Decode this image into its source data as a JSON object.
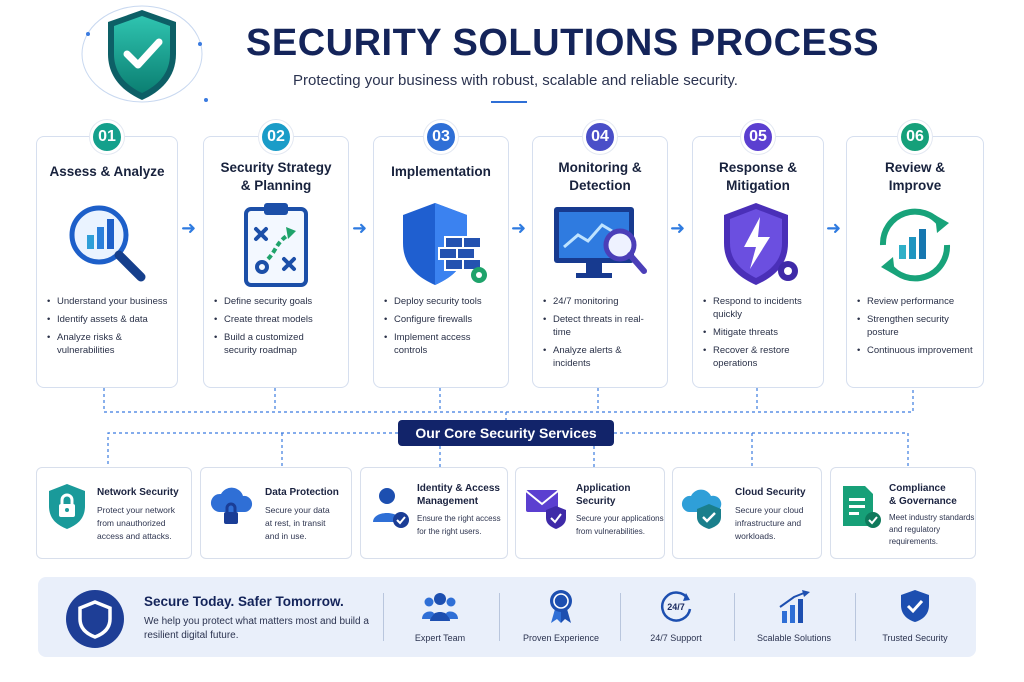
{
  "header": {
    "title": "SECURITY SOLUTIONS PROCESS",
    "subtitle": "Protecting your business with robust, scalable and reliable security."
  },
  "colors": {
    "navy": "#14245a",
    "teal": "#14a08c",
    "blue": "#2f6fd6",
    "purple": "#5b3fd0"
  },
  "steps": [
    {
      "number": "01",
      "title_line1": "Assess & Analyze",
      "title_line2": "",
      "badge_color": "#14a08c",
      "icon": "magnifier-chart-icon",
      "bullets": [
        "Understand your business",
        "Identify assets & data",
        "Analyze risks &\nvulnerabilities"
      ]
    },
    {
      "number": "02",
      "title_line1": "Security Strategy",
      "title_line2": "& Planning",
      "badge_color": "#1a9cc8",
      "icon": "strategy-clipboard-icon",
      "bullets": [
        "Define security goals",
        "Create threat models",
        "Build a customized\nsecurity roadmap"
      ]
    },
    {
      "number": "03",
      "title_line1": "Implementation",
      "title_line2": "",
      "badge_color": "#2f6fd6",
      "icon": "shield-firewall-icon",
      "bullets": [
        "Deploy security tools",
        "Configure firewalls",
        "Implement access\ncontrols"
      ]
    },
    {
      "number": "04",
      "title_line1": "Monitoring &",
      "title_line2": "Detection",
      "badge_color": "#4a4fc8",
      "icon": "monitor-magnifier-icon",
      "bullets": [
        "24/7 monitoring",
        "Detect threats in real-time",
        "Analyze alerts &\nincidents"
      ]
    },
    {
      "number": "05",
      "title_line1": "Response &",
      "title_line2": "Mitigation",
      "badge_color": "#5b3fd0",
      "icon": "lightning-shield-icon",
      "bullets": [
        "Respond to incidents\nquickly",
        "Mitigate threats",
        "Recover & restore\noperations"
      ]
    },
    {
      "number": "06",
      "title_line1": "Review &",
      "title_line2": "Improve",
      "badge_color": "#16a07a",
      "icon": "cycle-growth-icon",
      "bullets": [
        "Review performance",
        "Strengthen security\nposture",
        "Continuous improvement"
      ]
    }
  ],
  "core_services_label": "Our Core Security Services",
  "services": [
    {
      "name": "Network Security",
      "desc": "Protect your network\nfrom unauthorized\naccess and attacks.",
      "icon": "network-lock-icon"
    },
    {
      "name": "Data Protection",
      "desc": "Secure your data\nat rest, in transit\nand in use.",
      "icon": "cloud-lock-icon"
    },
    {
      "name": "Identity & Access\nManagement",
      "desc": "Ensure the right access\nfor the right users.",
      "icon": "user-check-icon"
    },
    {
      "name": "Application\nSecurity",
      "desc": "Secure your applications\nfrom vulnerabilities.",
      "icon": "mail-shield-icon"
    },
    {
      "name": "Cloud Security",
      "desc": "Secure your cloud\ninfrastructure and\nworkloads.",
      "icon": "cloud-shield-icon"
    },
    {
      "name": "Compliance\n& Governance",
      "desc": "Meet industry standards\nand regulatory\nrequirements.",
      "icon": "document-check-icon"
    }
  ],
  "footer": {
    "title": "Secure Today. Safer Tomorrow.",
    "text": "We help you protect what matters most and build a resilient digital future.",
    "features": [
      {
        "label": "Expert Team",
        "icon": "team-icon"
      },
      {
        "label": "Proven Experience",
        "icon": "award-ribbon-icon"
      },
      {
        "label": "24/7 Support",
        "icon": "clock-247-icon"
      },
      {
        "label": "Scalable Solutions",
        "icon": "bar-growth-icon"
      },
      {
        "label": "Trusted Security",
        "icon": "trusted-shield-icon"
      }
    ]
  }
}
